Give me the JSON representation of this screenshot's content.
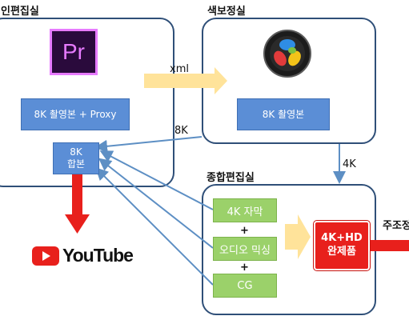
{
  "panels": {
    "editing_label": "인편집실",
    "color_label": "색보정실",
    "final_label": "종합편집실",
    "master_label": "주조정"
  },
  "boxes": {
    "premiere_source": "8K 촬영본 + Proxy",
    "resolve_source": "8K 촬영본",
    "merged_8k_line1": "8K",
    "merged_8k_line2": "합본",
    "subtitle": "4K 자막",
    "audio_mix": "오디오 믹싱",
    "cg": "CG",
    "plus1": "+",
    "plus2": "+",
    "final_line1": "4K+HD",
    "final_line2": "완제품"
  },
  "arrows": {
    "xml": "xml",
    "eight_k": "8K",
    "four_k": "4K"
  },
  "logos": {
    "premiere": "Pr",
    "youtube": "YouTube"
  },
  "colors": {
    "panel_border": "#2f4f78",
    "blue_box": "#5b8ed6",
    "green_box": "#9bd16a",
    "red": "#e8201c",
    "premiere_bg": "#2a0a3c",
    "premiere_accent": "#e77bff",
    "yellow_arrow": "#ffe39a",
    "connector": "#5d8fc4"
  }
}
